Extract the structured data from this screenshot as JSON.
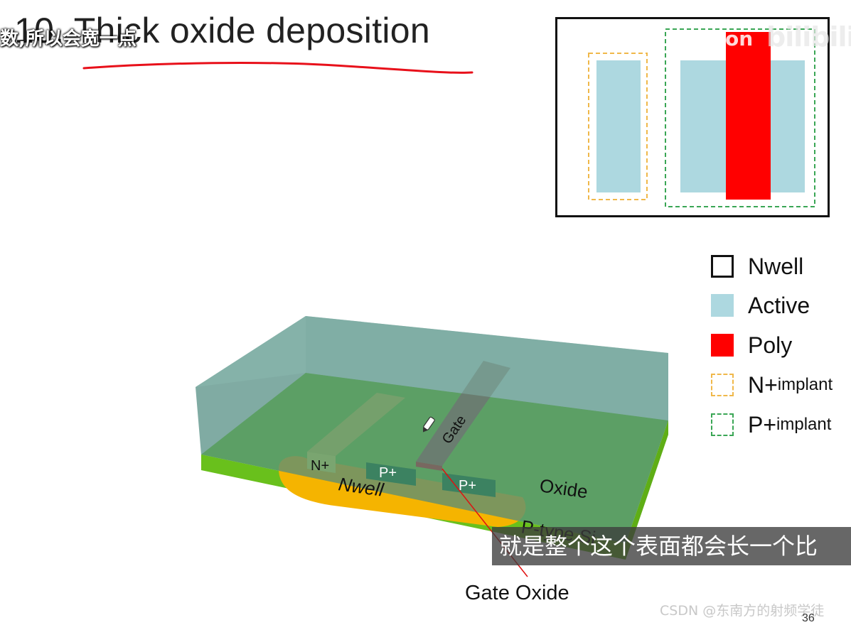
{
  "slide": {
    "title": "10. Thick oxide deposition",
    "page_number": "36"
  },
  "subtitles": {
    "top": "数,所以会宽一点",
    "bottom": "就是整个这个表面都会长一个比"
  },
  "watermarks": {
    "bilibili_prefix": "on",
    "bilibili": "bilibili",
    "csdn": "CSDN @东南方的射频学徒"
  },
  "legend": [
    {
      "label": "Nwell",
      "suffix": "",
      "style": "outline-black"
    },
    {
      "label": "Active",
      "suffix": "",
      "style": "fill",
      "color": "#add8e0"
    },
    {
      "label": "Poly",
      "suffix": "",
      "style": "fill",
      "color": "#ff0000"
    },
    {
      "label": "N+",
      "suffix": " implant",
      "style": "dashed",
      "color": "#f0b84a"
    },
    {
      "label": "P+",
      "suffix": " implant",
      "style": "dashed",
      "color": "#3aa655"
    }
  ],
  "diagram": {
    "labels": {
      "n_plus": "N+",
      "p_plus_left": "P+",
      "p_plus_right": "P+",
      "gate": "Gate",
      "nwell": "Nwell",
      "oxide": "Oxide",
      "substrate": "P-type Si",
      "gate_oxide": "Gate Oxide"
    }
  },
  "colors": {
    "oxide": "#4f8a80",
    "substrate": "#7ed321",
    "nwell": "#f5b400",
    "p_plus": "#0d6b12",
    "n_plus": "#e8e84a",
    "poly": "#ff0000",
    "active": "#add8e0"
  }
}
